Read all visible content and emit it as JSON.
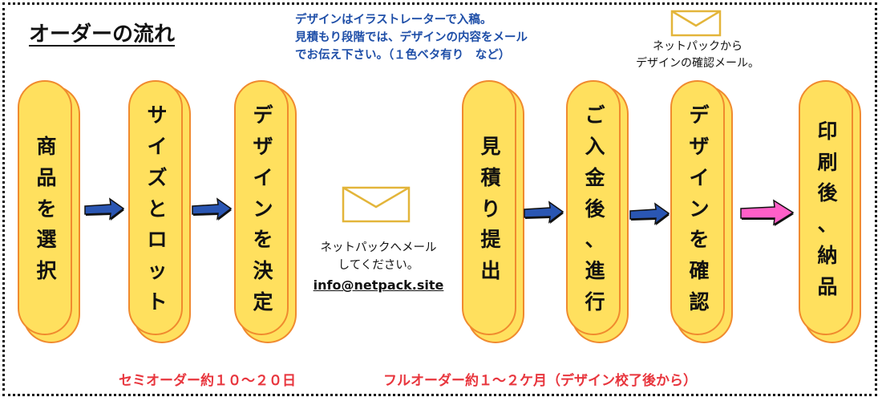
{
  "title": "オーダーの流れ",
  "design_note": [
    "デザインはイラストレーターで入稿。",
    "見積もり段階では、デザインの内容をメール",
    "でお伝え下さい。（１色ベタ有り　など）"
  ],
  "steps": [
    {
      "label": "商品を選択"
    },
    {
      "label": "サイズとロット"
    },
    {
      "label": "デザインを決定"
    },
    {
      "label": "見積り提出"
    },
    {
      "label": "ご入金後、進行"
    },
    {
      "label": "デザインを確認"
    },
    {
      "label": "印刷後、納品"
    }
  ],
  "mail_note": {
    "line1": "ネットパックへメール",
    "line2": "してください。",
    "email": "info@netpack.site"
  },
  "confirm_note": {
    "line1": "ネットパックから",
    "line2": "デザインの確認メール。"
  },
  "footer": {
    "semi": "セミオーダー約１０～２０日",
    "full": "フルオーダー約１～２ケ月（デザイン校了後から）"
  },
  "colors": {
    "pill_fill": "#ffe05e",
    "pill_border": "#f08a2e",
    "arrow_blue": "#2a56b3",
    "arrow_pink": "#ff5fc8",
    "note_blue": "#1f4fa8",
    "footer_red": "#e8353d",
    "envelope": "#e3b53a"
  },
  "icons": {
    "envelope": "envelope-icon",
    "arrow": "right-arrow-icon"
  }
}
